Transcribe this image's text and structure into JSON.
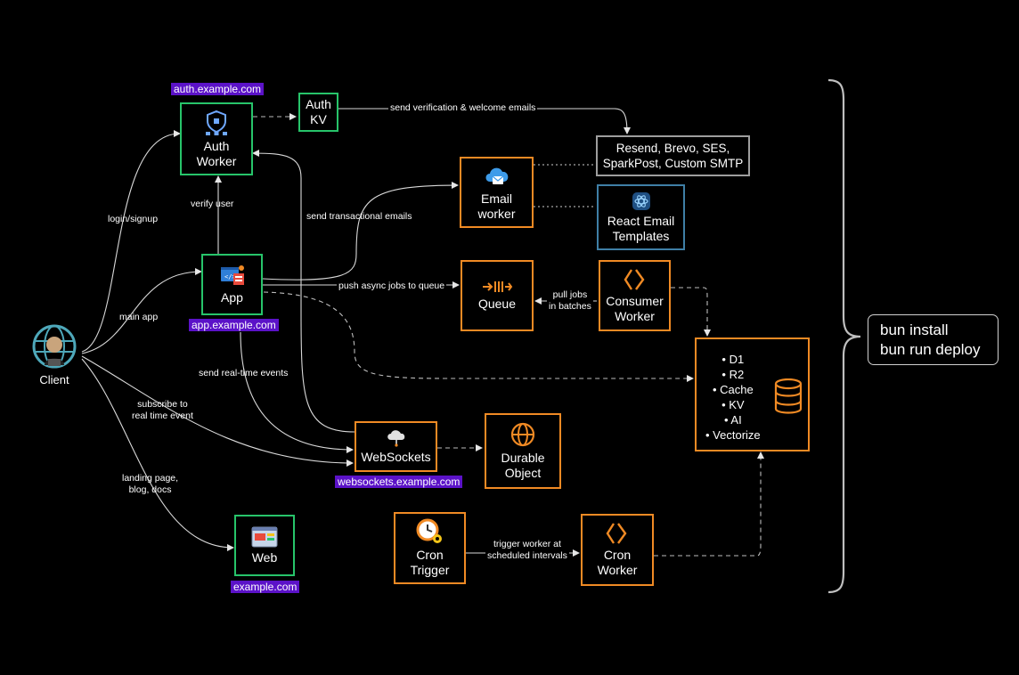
{
  "tags": {
    "auth_domain": "auth.example.com",
    "app_domain": "app.example.com",
    "ws_domain": "websockets.example.com",
    "web_domain": "example.com"
  },
  "nodes": {
    "client": "Client",
    "auth_worker": [
      "Auth",
      "Worker"
    ],
    "auth_kv": [
      "Auth",
      "KV"
    ],
    "app": "App",
    "email_worker": [
      "Email",
      "worker"
    ],
    "email_providers": [
      "Resend, Brevo, SES,",
      "SparkPost, Custom SMTP"
    ],
    "react_email": [
      "React Email",
      "Templates"
    ],
    "queue": "Queue",
    "consumer_worker": [
      "Consumer",
      "Worker"
    ],
    "websockets": "WebSockets",
    "durable_object": [
      "Durable",
      "Object"
    ],
    "cron_trigger": [
      "Cron",
      "Trigger"
    ],
    "cron_worker": [
      "Cron",
      "Worker"
    ],
    "web": "Web",
    "storage_items": [
      "D1",
      "R2",
      "Cache",
      "KV",
      "AI",
      "Vectorize"
    ]
  },
  "edge_labels": {
    "login_signup": "login/signup",
    "verify_user": "verify user",
    "main_app": "main app",
    "send_verification": "send verification & welcome emails",
    "send_transactional": "send transactional emails",
    "push_async": "push async jobs to queue",
    "pull_jobs": [
      "pull jobs",
      "in batches"
    ],
    "send_realtime": "send real-time events",
    "subscribe": [
      "subscribe to",
      "real time event"
    ],
    "landing": [
      "landing page,",
      "blog, docs"
    ],
    "trigger_worker": [
      "trigger worker at",
      "scheduled intervals"
    ]
  },
  "deploy": [
    "bun install",
    "bun run deploy"
  ],
  "colors": {
    "background": "#000000",
    "worker_border": "#27c46a",
    "cloudflare_border": "#f08a24",
    "domain_tag": "#5b12c8",
    "provider_border": "#9e9e9e",
    "template_border": "#3f7fa6"
  }
}
